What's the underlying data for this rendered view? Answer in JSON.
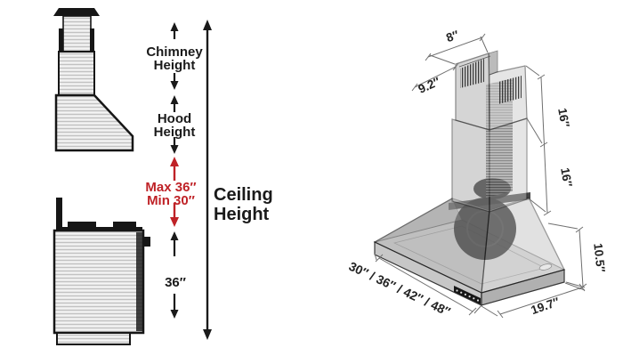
{
  "page": {
    "background": "#ffffff"
  },
  "left_diagram": {
    "labels": {
      "chimney_height_line1": "Chimney",
      "chimney_height_line2": "Height",
      "hood_height_line1": "Hood",
      "hood_height_line2": "Height",
      "mount_max": "Max 36″",
      "mount_min": "Min 30″",
      "ceiling_line1": "Ceiling",
      "ceiling_line2": "Height",
      "range_to_hood": "36″"
    },
    "colors": {
      "accent_red": "#bf2227",
      "ink": "#1a1a1a",
      "steel_light": "#e6e6e6",
      "steel_dark": "#c2c2c2"
    }
  },
  "right_diagram": {
    "dimensions": {
      "duct_top_depth": "8″",
      "duct_top_width": "9.2″",
      "chimney_upper_height": "16″",
      "chimney_lower_height": "16″",
      "hood_body_height": "10.5″",
      "hood_depth": "19.7″",
      "hood_width_options": "30″ / 36″ / 42″ / 48″"
    }
  }
}
